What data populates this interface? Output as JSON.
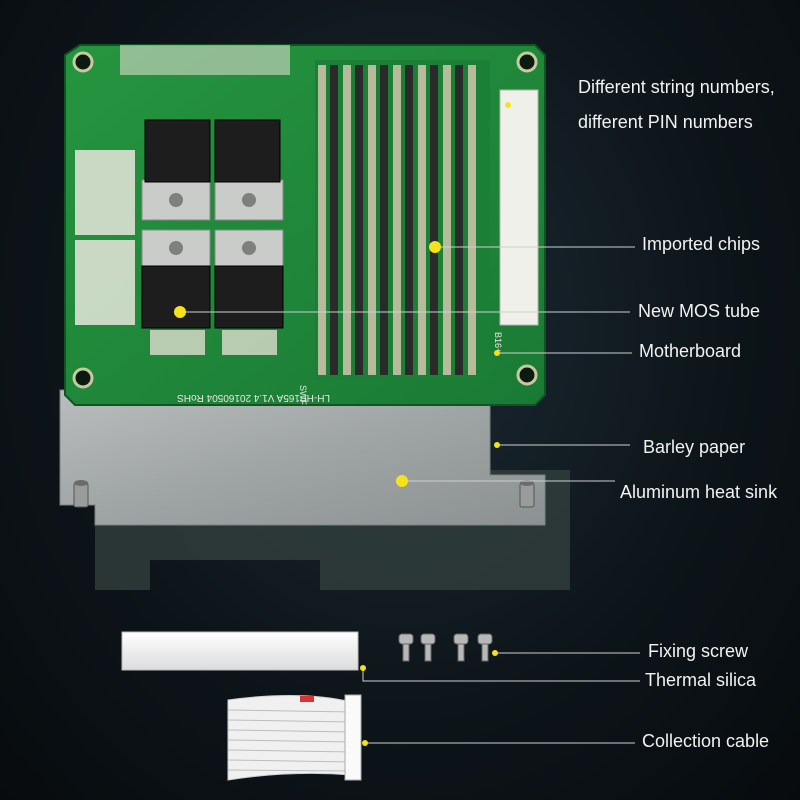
{
  "board": {
    "silkscreen_version": "LH-HP165A V1.4 20160504 RoHS",
    "silkscreen_swf": "SWF",
    "silkscreen_b16": "B16+"
  },
  "annotations": {
    "string_numbers_line1": "Different string numbers,",
    "string_numbers_line2": "different PIN numbers",
    "imported_chips": "Imported chips",
    "new_mos_tube": "New MOS tube",
    "motherboard": "Motherboard",
    "barley_paper": "Barley paper",
    "aluminum_heat_sink": "Aluminum heat sink",
    "fixing_screw": "Fixing screw",
    "thermal_silica": "Thermal silica",
    "collection_cable": "Collection cable"
  },
  "colors": {
    "pcb_green": "#1f8a3c",
    "pcb_dark_green": "#176d2f",
    "dot_yellow": "#f5e21a",
    "heat_sink": "#a8acad",
    "barley_paper": "#3d4a4c",
    "label_text": "#f2f2f2"
  }
}
